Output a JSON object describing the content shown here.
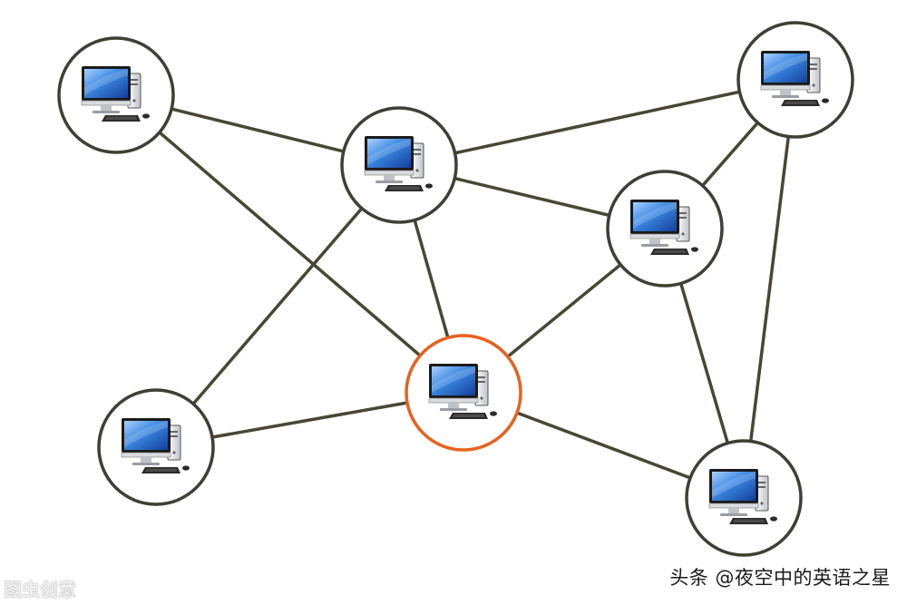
{
  "diagram": {
    "nodes": [
      {
        "id": "top-left",
        "highlighted": false
      },
      {
        "id": "top-center",
        "highlighted": false
      },
      {
        "id": "top-right",
        "highlighted": false
      },
      {
        "id": "middle-right",
        "highlighted": false
      },
      {
        "id": "center",
        "highlighted": true
      },
      {
        "id": "bottom-left",
        "highlighted": false
      },
      {
        "id": "bottom-right",
        "highlighted": false
      }
    ],
    "edges": [
      [
        "top-left",
        "top-center"
      ],
      [
        "top-left",
        "center"
      ],
      [
        "top-center",
        "top-right"
      ],
      [
        "top-center",
        "middle-right"
      ],
      [
        "top-center",
        "center"
      ],
      [
        "top-center",
        "bottom-left"
      ],
      [
        "top-right",
        "middle-right"
      ],
      [
        "top-right",
        "bottom-right"
      ],
      [
        "middle-right",
        "center"
      ],
      [
        "middle-right",
        "bottom-right"
      ],
      [
        "center",
        "bottom-left"
      ],
      [
        "center",
        "bottom-right"
      ]
    ]
  },
  "colors": {
    "edge": "#474733",
    "node_border": "#3f3f35",
    "node_highlight": "#e8621e",
    "screen": "#2f77d6"
  },
  "watermarks": {
    "bottom_right": "头条 @夜空中的英语之星",
    "bottom_left": "图虫创意"
  }
}
